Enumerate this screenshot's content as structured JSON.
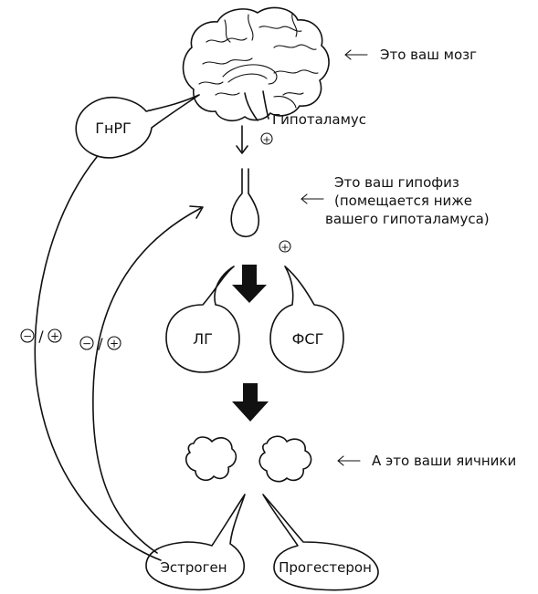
{
  "labels": {
    "brain": "Это ваш мозг",
    "hypothalamus": "Гипоталамус",
    "pituitary_line1": "Это ваш гипофиз",
    "pituitary_line2": "(помещается ниже",
    "pituitary_line3": "вашего гипоталамуса)",
    "ovaries": "А это ваши яичники",
    "gnrh": "ГнРГ",
    "lh": "ЛГ",
    "fsh": "ФСГ",
    "estrogen": "Эстроген",
    "progesterone": "Прогестерон",
    "plus": "+",
    "minus": "−",
    "slash": "/"
  },
  "colors": {
    "ink": "#111111",
    "background": "#ffffff"
  }
}
